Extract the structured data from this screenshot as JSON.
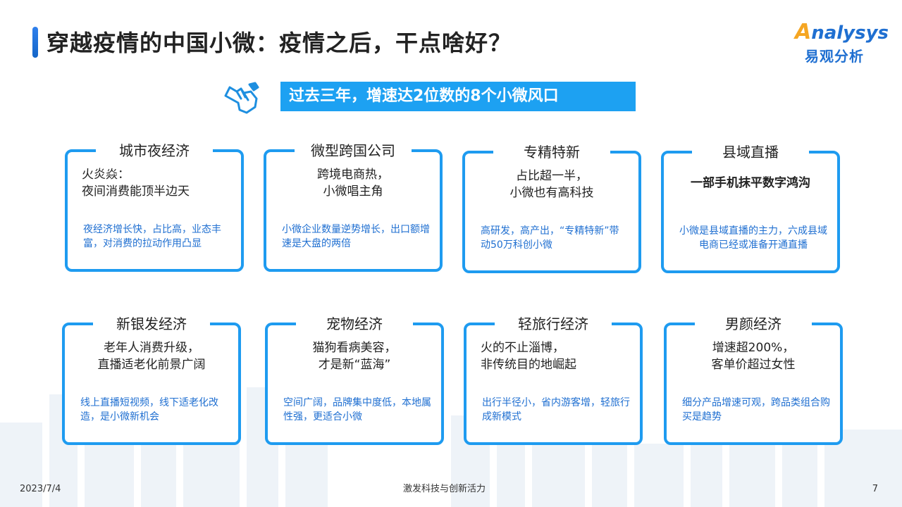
{
  "header": {
    "title": "穿越疫情的中国小微：疫情之后，干点啥好？",
    "logo_en_cap": "A",
    "logo_en_rest": "nalysys",
    "logo_cn": "易观分析"
  },
  "banner": {
    "text": "过去三年，增速达2位数的8个小微风口"
  },
  "colors": {
    "accent": "#1e9bf0",
    "banner": "#1da1f2",
    "body_text": "#1f6fd1",
    "logo_orange": "#f5a623"
  },
  "icons": {
    "pointer": "pointing-hand-icon"
  },
  "cards": [
    {
      "title": "城市夜经济",
      "headline": "火炎焱：\n夜间消费能顶半边天",
      "detail": "夜经济增长快，占比高，业态丰富，对消费的拉动作用凸显"
    },
    {
      "title": "微型跨国公司",
      "headline": "跨境电商热，\n小微唱主角",
      "detail": "小微企业数量逆势增长，出口额增速是大盘的两倍"
    },
    {
      "title": "专精特新",
      "headline": "占比超一半，\n小微也有高科技",
      "detail": "高研发，高产出，“专精特新”带动50万科创小微"
    },
    {
      "title": "县域直播",
      "headline": "一部手机抹平数字鸿沟",
      "detail": "小微是县域直播的主力，六成县域电商已经或准备开通直播"
    },
    {
      "title": "新银发经济",
      "headline": "老年人消费升级，\n直播适老化前景广阔",
      "detail": "线上直播短视频，线下适老化改造，是小微新机会"
    },
    {
      "title": "宠物经济",
      "headline": "猫狗看病美容，\n才是新“蓝海”",
      "detail": "空间广阔，品牌集中度低，本地属性强，更适合小微"
    },
    {
      "title": "轻旅行经济",
      "headline": "火的不止淄博，\n非传统目的地崛起",
      "detail": "出行半径小，省内游客增，轻旅行成新模式"
    },
    {
      "title": "男颜经济",
      "headline": "增速超200%，\n客单价超过女性",
      "detail": "细分产品增速可观，跨品类组合购买是趋势"
    }
  ],
  "footer": {
    "date": "2023/7/4",
    "slogan": "激发科技与创新活力",
    "page": "7"
  }
}
